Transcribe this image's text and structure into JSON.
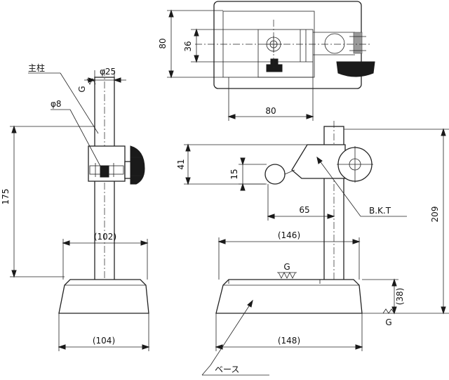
{
  "labels": {
    "pillar": "主柱",
    "base": "ベース",
    "bkt": "B.K.T",
    "g_top_left": "G",
    "g_base_front": "G",
    "g_base_right": "G"
  },
  "dimensions": {
    "top_height_80": "80",
    "top_inner_36": "36",
    "top_width_80": "80",
    "pillar_dia": "φ25",
    "hole_dia": "φ8",
    "total_height_175": "175",
    "base_inner_102": "(102)",
    "base_outer_104": "(104)",
    "arm_height_41": "41",
    "contact_15": "15",
    "reach_65": "65",
    "base_inner_146": "(146)",
    "base_outer_148": "(148)",
    "base_height_38": "(38)",
    "total_height_209": "209"
  }
}
